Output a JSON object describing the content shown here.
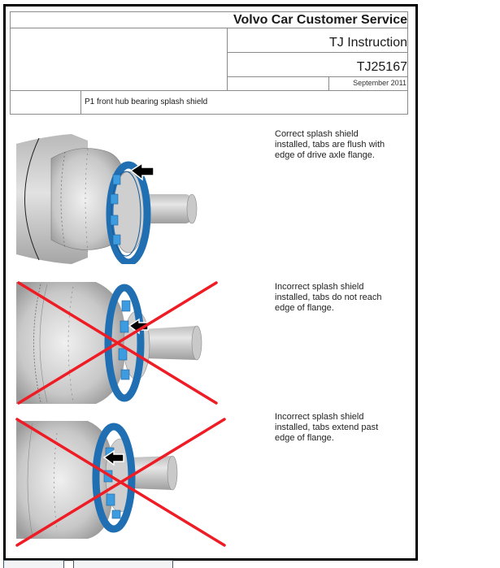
{
  "header": {
    "company": "Volvo Car Customer Service",
    "doc_type": "TJ Instruction",
    "doc_number": "TJ25167",
    "date": "September 2011",
    "subject": "P1 front hub bearing splash shield"
  },
  "figures": [
    {
      "caption": "Correct splash shield\ninstalled, tabs are flush with\nedge of drive axle flange.",
      "status": "correct",
      "icon": "arrow-left-icon"
    },
    {
      "caption": "Incorrect splash shield\ninstalled, tabs do not reach\nedge of flange.",
      "status": "incorrect",
      "icon": "red-x-icon"
    },
    {
      "caption": "Incorrect splash shield\ninstalled, tabs extend past\nedge of flange.",
      "status": "incorrect",
      "icon": "red-x-icon"
    }
  ],
  "colors": {
    "shield_blue": "#1f6fb2",
    "tab_blue": "#3d9be0",
    "cross_red": "#ee1c25",
    "frame": "#000000",
    "grid": "#8a8a8a"
  },
  "footer_buttons": [
    {
      "label": ""
    },
    {
      "label": ""
    }
  ]
}
